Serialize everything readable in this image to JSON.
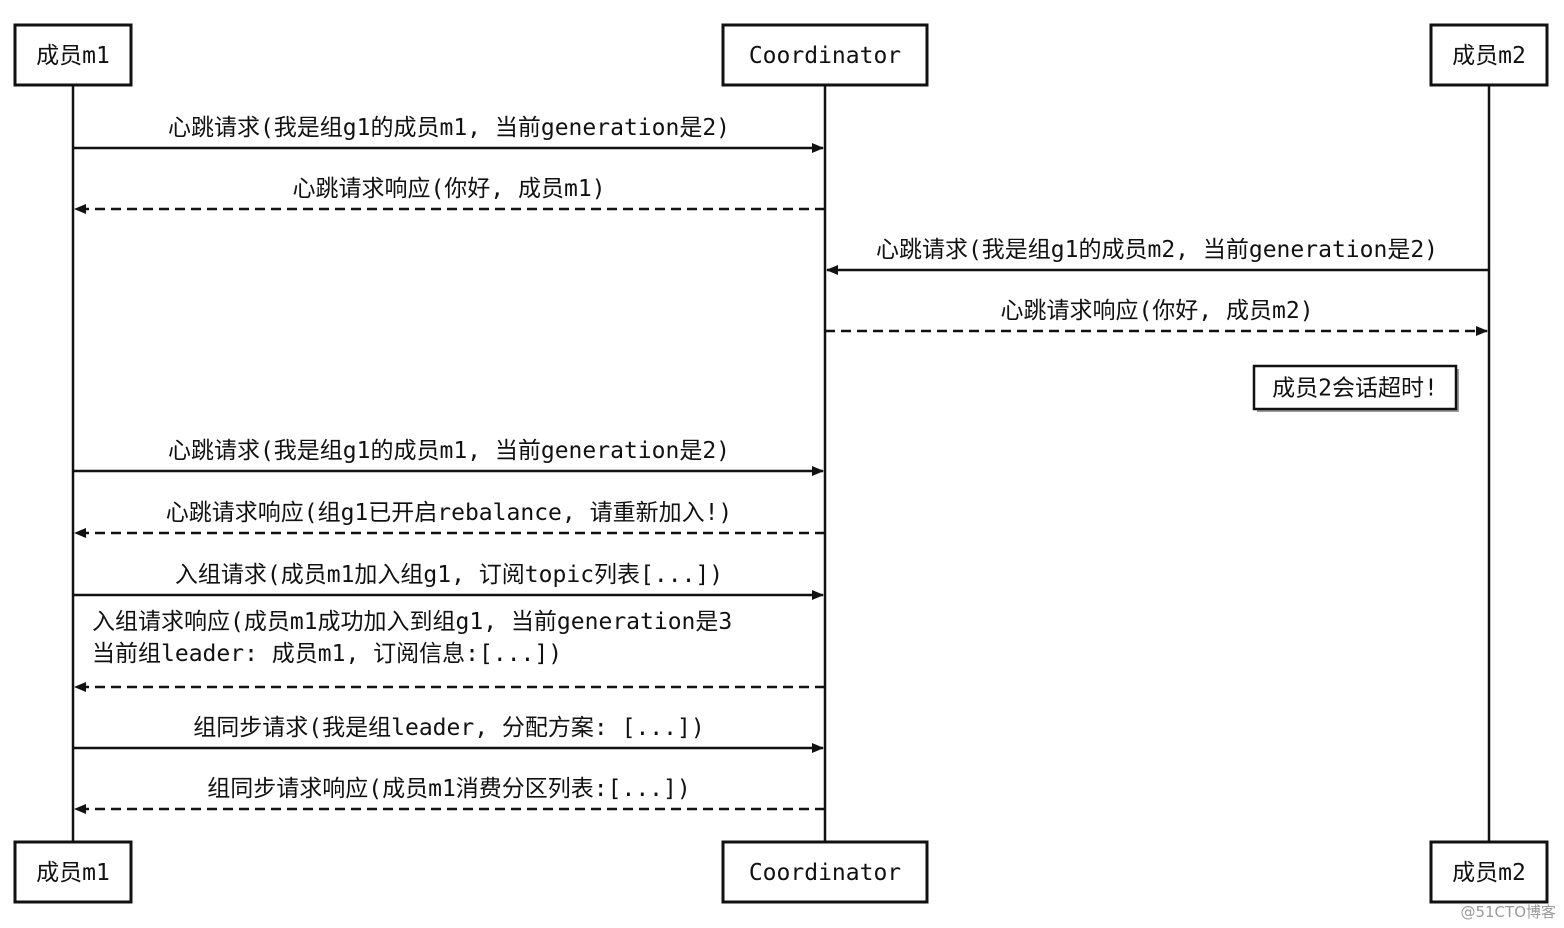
{
  "participants": [
    {
      "id": "m1",
      "label": "成员m1"
    },
    {
      "id": "coordinator",
      "label": "Coordinator"
    },
    {
      "id": "m2",
      "label": "成员m2"
    }
  ],
  "messages": [
    {
      "from": "m1",
      "to": "coordinator",
      "style": "solid",
      "lines": [
        "心跳请求(我是组g1的成员m1, 当前generation是2)"
      ]
    },
    {
      "from": "coordinator",
      "to": "m1",
      "style": "dashed",
      "lines": [
        "心跳请求响应(你好, 成员m1)"
      ]
    },
    {
      "from": "m2",
      "to": "coordinator",
      "style": "solid",
      "lines": [
        "心跳请求(我是组g1的成员m2, 当前generation是2)"
      ]
    },
    {
      "from": "coordinator",
      "to": "m2",
      "style": "dashed",
      "lines": [
        "心跳请求响应(你好, 成员m2)"
      ]
    },
    {
      "from": "m1",
      "to": "coordinator",
      "style": "solid",
      "lines": [
        "心跳请求(我是组g1的成员m1, 当前generation是2)"
      ]
    },
    {
      "from": "coordinator",
      "to": "m1",
      "style": "dashed",
      "lines": [
        "心跳请求响应(组g1已开启rebalance, 请重新加入!)"
      ]
    },
    {
      "from": "m1",
      "to": "coordinator",
      "style": "solid",
      "lines": [
        "入组请求(成员m1加入组g1, 订阅topic列表[...])"
      ]
    },
    {
      "from": "coordinator",
      "to": "m1",
      "style": "dashed",
      "lines": [
        "入组请求响应(成员m1成功加入到组g1, 当前generation是3",
        "当前组leader: 成员m1, 订阅信息:[...])"
      ]
    },
    {
      "from": "m1",
      "to": "coordinator",
      "style": "solid",
      "lines": [
        "组同步请求(我是组leader, 分配方案: [...])"
      ]
    },
    {
      "from": "coordinator",
      "to": "m1",
      "style": "dashed",
      "lines": [
        "组同步请求响应(成员m1消费分区列表:[...])"
      ]
    }
  ],
  "note": {
    "participant": "m2",
    "text": "成员2会话超时!"
  },
  "watermark": "@51CTO博客"
}
